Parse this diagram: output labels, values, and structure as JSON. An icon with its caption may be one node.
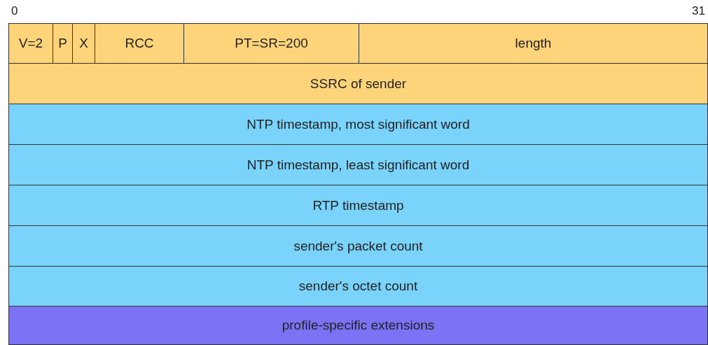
{
  "diagram": {
    "nodes": [
      {
        "text": [
          "V=2"
        ]
      },
      {
        "text": [
          "P"
        ]
      },
      {
        "text": [
          "X"
        ]
      },
      {
        "text": [
          "RCC"
        ]
      },
      {
        "text": [
          "PT=SR=200"
        ]
      },
      {
        "text": [
          "length"
        ]
      },
      {
        "text": [
          "SSRC of sender"
        ]
      },
      {
        "text": [
          "NTP timestamp, most significant word"
        ]
      },
      {
        "text": [
          "NTP timestamp, least significant word"
        ]
      },
      {
        "text": [
          "RTP timestamp"
        ]
      },
      {
        "text": [
          "sender's packet count"
        ]
      },
      {
        "text": [
          "sender's octet count"
        ]
      },
      {
        "text": [
          "profile-specific extensions"
        ]
      }
    ],
    "labels": [
      "0",
      "31"
    ]
  }
}
